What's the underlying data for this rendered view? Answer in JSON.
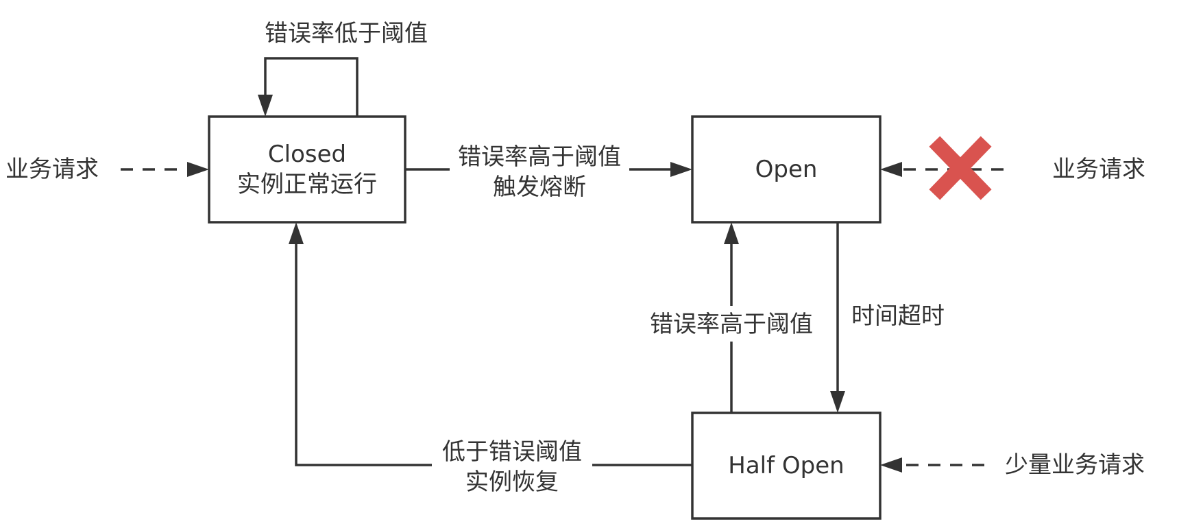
{
  "states": {
    "closed": {
      "line1": "Closed",
      "line2": "实例正常运行"
    },
    "open": {
      "label": "Open"
    },
    "half_open": {
      "label": "Half Open"
    }
  },
  "transitions": {
    "closed_self_loop": "错误率低于阈值",
    "closed_to_open": {
      "line1": "错误率高于阈值",
      "line2": "触发熔断"
    },
    "open_to_half_open": "时间超时",
    "half_open_to_open": "错误率高于阈值",
    "half_open_to_closed": {
      "line1": "低于错误阈值",
      "line2": "实例恢复"
    }
  },
  "requests": {
    "to_closed": "业务请求",
    "to_open": "业务请求",
    "to_half_open": "少量业务请求"
  },
  "blocked_marker": {
    "icon": "x-icon",
    "color": "#d9534f"
  },
  "colors": {
    "stroke": "#333333",
    "background": "#ffffff"
  }
}
